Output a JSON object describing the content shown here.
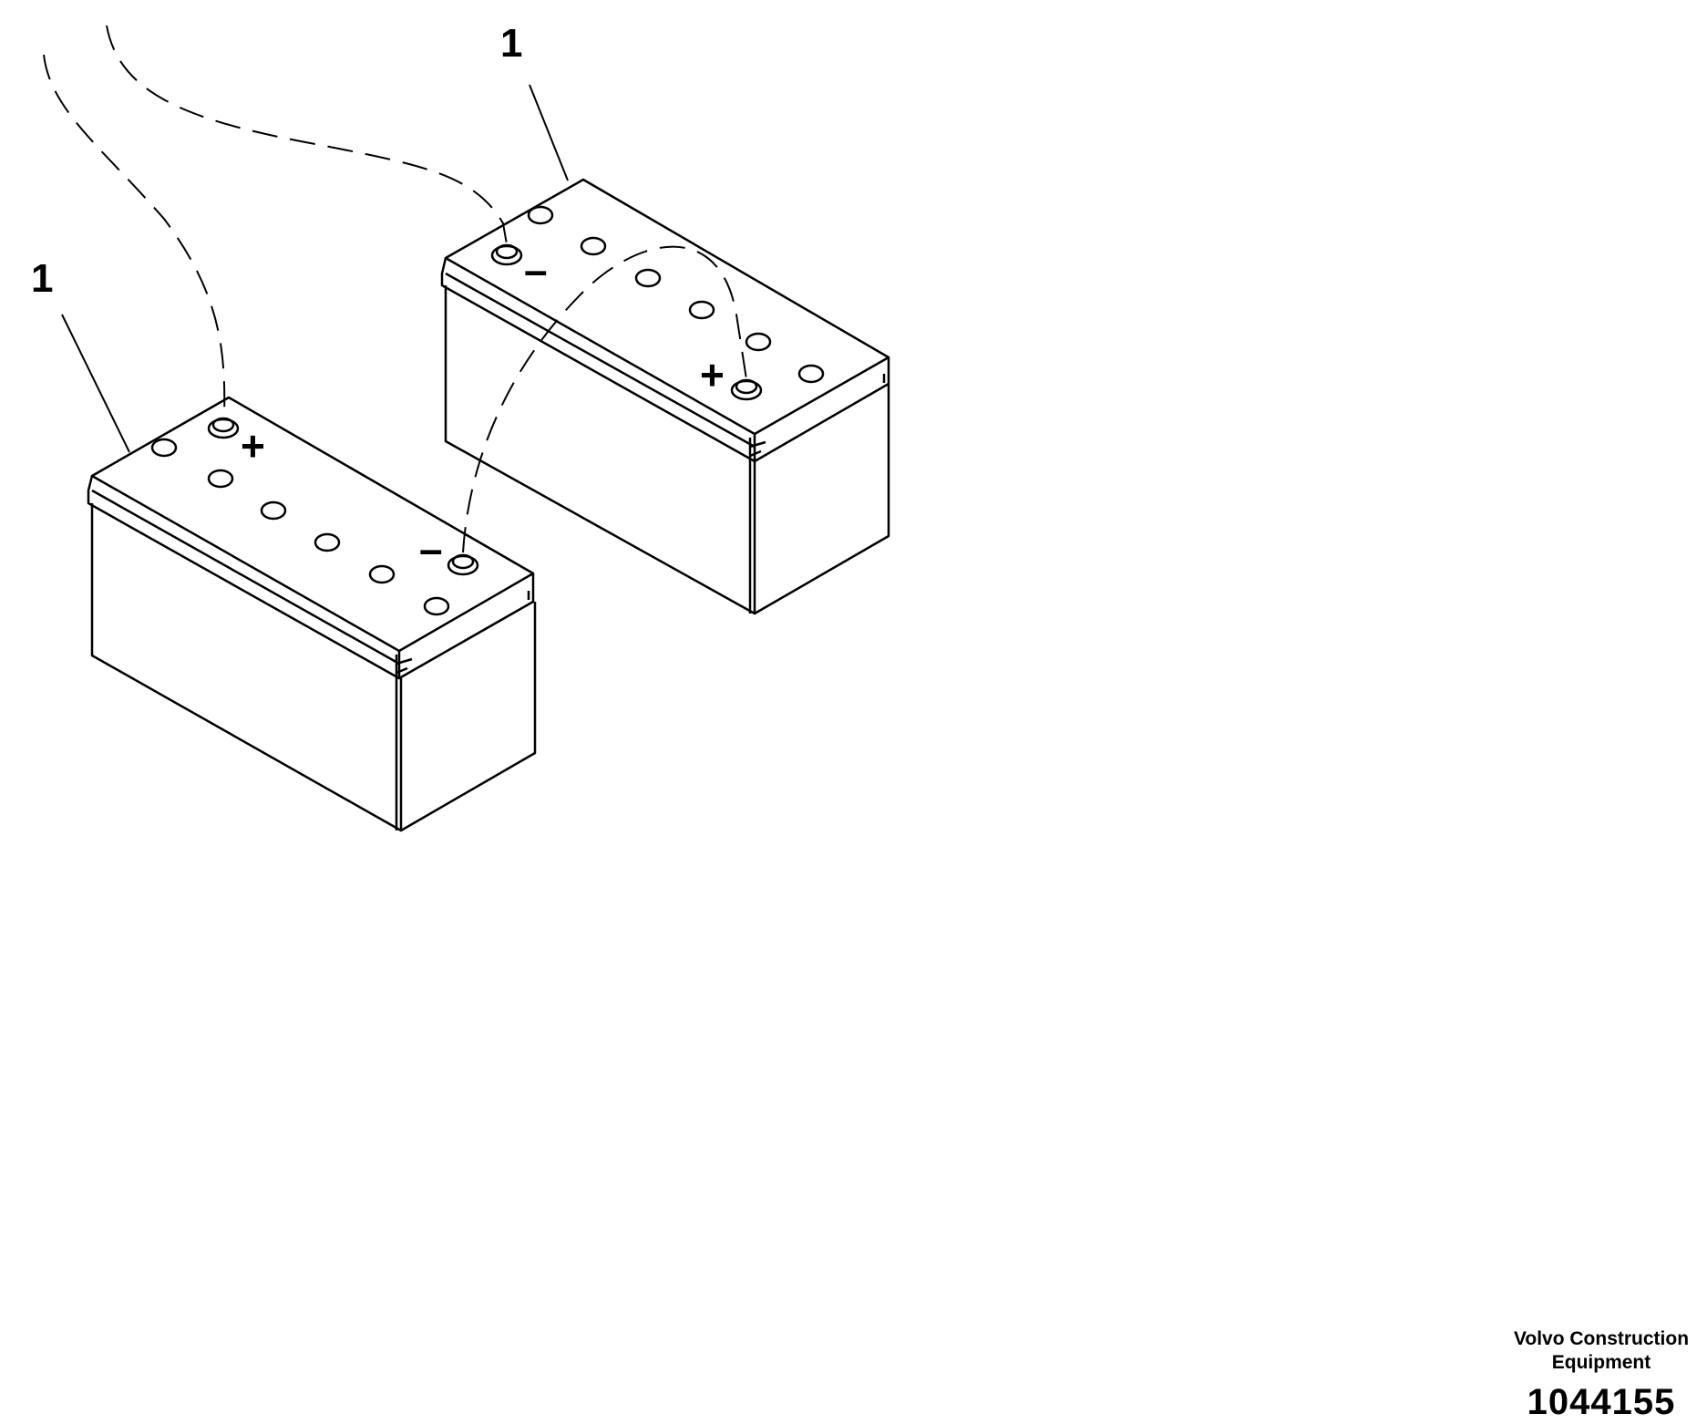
{
  "diagram": {
    "callouts": [
      {
        "id": "battery-left",
        "label": "1"
      },
      {
        "id": "battery-right",
        "label": "1"
      }
    ],
    "batteries": [
      {
        "id": "battery-left",
        "positive_label": "+",
        "negative_label": "–"
      },
      {
        "id": "battery-right",
        "positive_label": "+",
        "negative_label": "–"
      }
    ],
    "line_color": "#000000",
    "background_color": "#ffffff"
  },
  "title_block": {
    "company_line1": "Volvo Construction",
    "company_line2": "Equipment",
    "drawing_number": "1044155"
  }
}
